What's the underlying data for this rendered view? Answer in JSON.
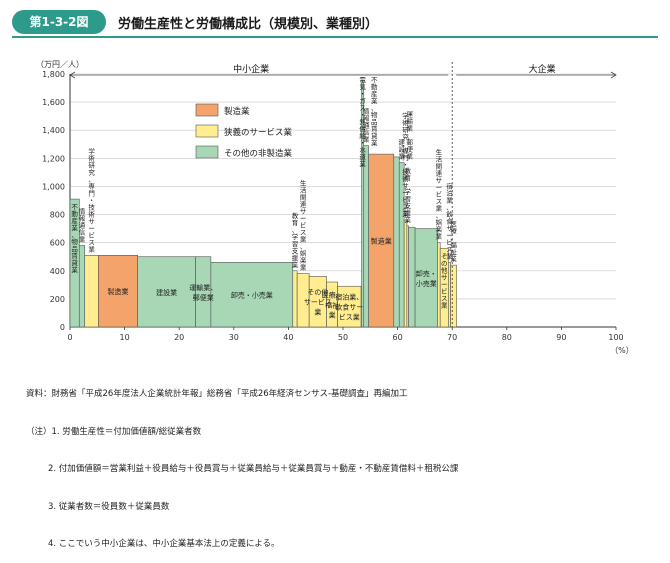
{
  "header": {
    "badge": "第1-3-2図",
    "title": "労働生産性と労働構成比（規模別、業種別）"
  },
  "colors": {
    "accent": "#2e9a8c",
    "manufacturing": "#f4a46a",
    "narrow_services": "#ffed8f",
    "other_non_mfg": "#a7d7b4"
  },
  "chart_data": {
    "type": "bar",
    "subtype": "variable-width (marimekko)",
    "y_unit": "（万円／人）",
    "x_unit": "（%）",
    "xlim": [
      0,
      100
    ],
    "ylim": [
      0,
      1800
    ],
    "x_ticks": [
      "0",
      "10",
      "20",
      "30",
      "40",
      "50",
      "60",
      "70",
      "80",
      "90",
      "100"
    ],
    "y_ticks": [
      "0",
      "200",
      "400",
      "600",
      "800",
      "1,000",
      "1,200",
      "1,400",
      "1,600",
      "1,800"
    ],
    "grid": true,
    "legend_position": "upper-left",
    "legend": [
      {
        "label": "製造業",
        "category": "manufacturing"
      },
      {
        "label": "狭義のサービス業",
        "category": "narrow_services"
      },
      {
        "label": "その他の非製造業",
        "category": "other_non_mfg"
      }
    ],
    "groups": [
      {
        "label": "中小企業",
        "x_range": [
          0,
          70
        ]
      },
      {
        "label": "大企業",
        "x_range": [
          70,
          100
        ]
      }
    ],
    "bars": [
      {
        "label": "不動産業、物品賃貸業",
        "x0": 0.0,
        "x1": 1.7,
        "y": 910,
        "category": "other_non_mfg"
      },
      {
        "label": "情報通信業",
        "x0": 1.7,
        "x1": 2.7,
        "y": 580,
        "category": "other_non_mfg"
      },
      {
        "label": "学術研究、専門・技術サービス業",
        "x0": 2.7,
        "x1": 5.2,
        "y": 510,
        "category": "narrow_services"
      },
      {
        "label": "製造業",
        "x0": 5.2,
        "x1": 12.4,
        "y": 510,
        "category": "manufacturing"
      },
      {
        "label": "建設業",
        "x0": 12.4,
        "x1": 23.0,
        "y": 500,
        "category": "other_non_mfg"
      },
      {
        "label": "運輸業、郵便業",
        "x0": 23.0,
        "x1": 25.8,
        "y": 500,
        "category": "other_non_mfg"
      },
      {
        "label": "卸売・小売業",
        "x0": 25.8,
        "x1": 40.8,
        "y": 460,
        "category": "other_non_mfg"
      },
      {
        "label": "教育、学習支援業",
        "x0": 40.8,
        "x1": 41.6,
        "y": 400,
        "category": "narrow_services"
      },
      {
        "label": "生活関連サービス業、娯楽業",
        "x0": 41.6,
        "x1": 43.8,
        "y": 380,
        "category": "narrow_services"
      },
      {
        "label": "その他サービス業",
        "x0": 43.8,
        "x1": 47.0,
        "y": 360,
        "category": "narrow_services"
      },
      {
        "label": "医療、福祉業",
        "x0": 47.0,
        "x1": 49.0,
        "y": 320,
        "category": "narrow_services"
      },
      {
        "label": "宿泊業、飲食サービス業",
        "x0": 49.0,
        "x1": 53.3,
        "y": 290,
        "category": "narrow_services"
      },
      {
        "label": "電気・ガス・熱供給・水道業",
        "x0": 53.4,
        "x1": 53.8,
        "y": 1740,
        "category": "other_non_mfg"
      },
      {
        "label": "不動産業、物品賃貸業",
        "x0": 53.8,
        "x1": 54.7,
        "y": 1290,
        "category": "other_non_mfg"
      },
      {
        "label": "製造業",
        "x0": 54.7,
        "x1": 59.3,
        "y": 1230,
        "category": "manufacturing"
      },
      {
        "label": "情報通信業",
        "x0": 59.3,
        "x1": 60.3,
        "y": 1210,
        "category": "other_non_mfg"
      },
      {
        "label": "建設業",
        "x0": 60.3,
        "x1": 61.2,
        "y": 1170,
        "category": "other_non_mfg"
      },
      {
        "label": "学術研究、専門・技術サービス業",
        "x0": 61.2,
        "x1": 61.7,
        "y": 760,
        "category": "narrow_services"
      },
      {
        "label": "教育、学習支援業",
        "x0": 61.7,
        "x1": 62.0,
        "y": 720,
        "category": "narrow_services"
      },
      {
        "label": "運輸業、郵便業",
        "x0": 62.0,
        "x1": 63.2,
        "y": 710,
        "category": "other_non_mfg"
      },
      {
        "label": "卸売・小売業",
        "x0": 63.2,
        "x1": 67.3,
        "y": 700,
        "category": "other_non_mfg"
      },
      {
        "label": "生活関連サービス業、娯楽業",
        "x0": 67.3,
        "x1": 67.8,
        "y": 600,
        "category": "narrow_services"
      },
      {
        "label": "その他サービス業",
        "x0": 67.8,
        "x1": 69.3,
        "y": 560,
        "category": "narrow_services"
      },
      {
        "label": "宿泊業、飲食サービス業",
        "x0": 69.3,
        "x1": 69.7,
        "y": 460,
        "category": "narrow_services"
      },
      {
        "label": "医療、福祉業",
        "x0": 69.7,
        "x1": 70.8,
        "y": 440,
        "category": "narrow_services"
      }
    ],
    "inner_labels": [
      {
        "text": "製造業",
        "bar": 3
      },
      {
        "text": "建設業",
        "bar": 4
      },
      {
        "text": "運輸業、\n郵便業",
        "bar": 5
      },
      {
        "text": "卸売・小売業",
        "bar": 6
      },
      {
        "text": "その他\nサービス\n業",
        "bar": 9
      },
      {
        "text": "医療、\n福祉\n業",
        "bar": 10
      },
      {
        "text": "宿泊業、\n飲食サー\nビス業",
        "bar": 11
      },
      {
        "text": "製造業",
        "bar": 14
      },
      {
        "text": "卸売・\n小売業",
        "bar": 20
      }
    ],
    "vertical_labels": [
      {
        "text": "不動産業、物品賃貸業",
        "bar": 0,
        "inside": true
      },
      {
        "text": "情報通信業",
        "bar": 1
      },
      {
        "text": "学術研究、専門・技術サービス業",
        "bar": 2
      },
      {
        "text": "教育、学習支援業",
        "bar": 7
      },
      {
        "text": "生活関連サービス業、娯楽業",
        "bar": 8
      },
      {
        "text": "電気・ガス・熱供給・水道業",
        "bar": 12
      },
      {
        "text": "情報通信業",
        "bar": 13
      },
      {
        "text": "不動産業、物品賃貸業",
        "bar": 13
      },
      {
        "text": "建設業",
        "bar": 16
      },
      {
        "text": "運輸業、郵便業",
        "bar": 16
      },
      {
        "text": "学術研究、専門・技術サービス業",
        "bar": 17
      },
      {
        "text": "教育、学習支援業",
        "bar": 18
      },
      {
        "text": "生活関連サービス業、娯楽業",
        "bar": 21
      },
      {
        "text": "その他サービス業",
        "bar": 22,
        "inside": true
      },
      {
        "text": "宿泊業、飲食サービス業",
        "bar": 23
      },
      {
        "text": "医療、福祉業",
        "bar": 24
      }
    ]
  },
  "notes": {
    "source": "資料：財務省「平成26年度法人企業統計年報」総務省「平成26年経済センサス-基礎調査」再編加工",
    "n1": "（注）1. 労働生産性＝付加価値額/総従業者数",
    "n2": "2. 付加価値額＝営業利益＋役員給与＋役員賞与＋従業員給与＋従業員賞与＋動産・不動産賃借料＋租税公課",
    "n3": "3. 従業者数＝役員数＋従業員数",
    "n4": "4. ここでいう中小企業は、中小企業基本法上の定義による。"
  }
}
